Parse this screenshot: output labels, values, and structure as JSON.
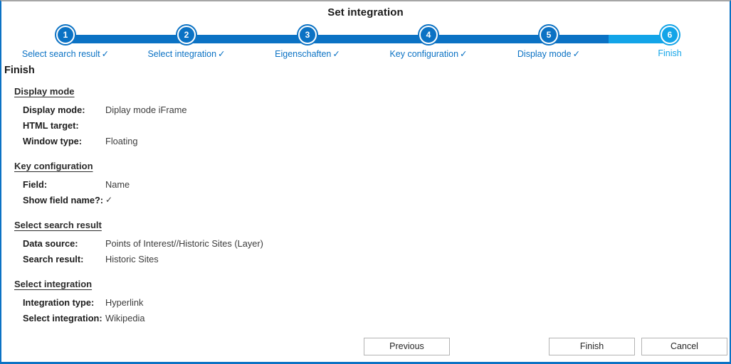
{
  "dialog": {
    "title": "Set integration",
    "page_heading": "Finish"
  },
  "stepper": {
    "steps": [
      {
        "number": "1",
        "label": "Select search result",
        "check": "✓",
        "state": "done"
      },
      {
        "number": "2",
        "label": "Select integration",
        "check": "✓",
        "state": "done"
      },
      {
        "number": "3",
        "label": "Eigenschaften",
        "check": "✓",
        "state": "done"
      },
      {
        "number": "4",
        "label": "Key configuration",
        "check": "✓",
        "state": "done"
      },
      {
        "number": "5",
        "label": "Display mode",
        "check": "✓",
        "state": "done"
      },
      {
        "number": "6",
        "label": "Finish",
        "check": "",
        "state": "current"
      }
    ],
    "colors": {
      "done": "#0b72c4",
      "current": "#12a4e8"
    }
  },
  "summary": {
    "sections": [
      {
        "title": "Display mode",
        "rows": [
          {
            "label": "Display mode:",
            "value": "Diplay mode iFrame"
          },
          {
            "label": "HTML target:",
            "value": ""
          },
          {
            "label": "Window type:",
            "value": "Floating"
          }
        ]
      },
      {
        "title": "Key configuration",
        "rows": [
          {
            "label": "Field:",
            "value": "Name"
          },
          {
            "label": "Show field name?:",
            "value": "✓"
          }
        ]
      },
      {
        "title": "Select search result",
        "rows": [
          {
            "label": "Data source:",
            "value": "Points of Interest//Historic Sites (Layer)"
          },
          {
            "label": "Search result:",
            "value": "Historic Sites"
          }
        ]
      },
      {
        "title": "Select integration",
        "rows": [
          {
            "label": "Integration type:",
            "value": "Hyperlink"
          },
          {
            "label": "Select integration:",
            "value": "Wikipedia"
          }
        ]
      }
    ]
  },
  "footer": {
    "previous_label": "Previous",
    "finish_label": "Finish",
    "cancel_label": "Cancel"
  }
}
